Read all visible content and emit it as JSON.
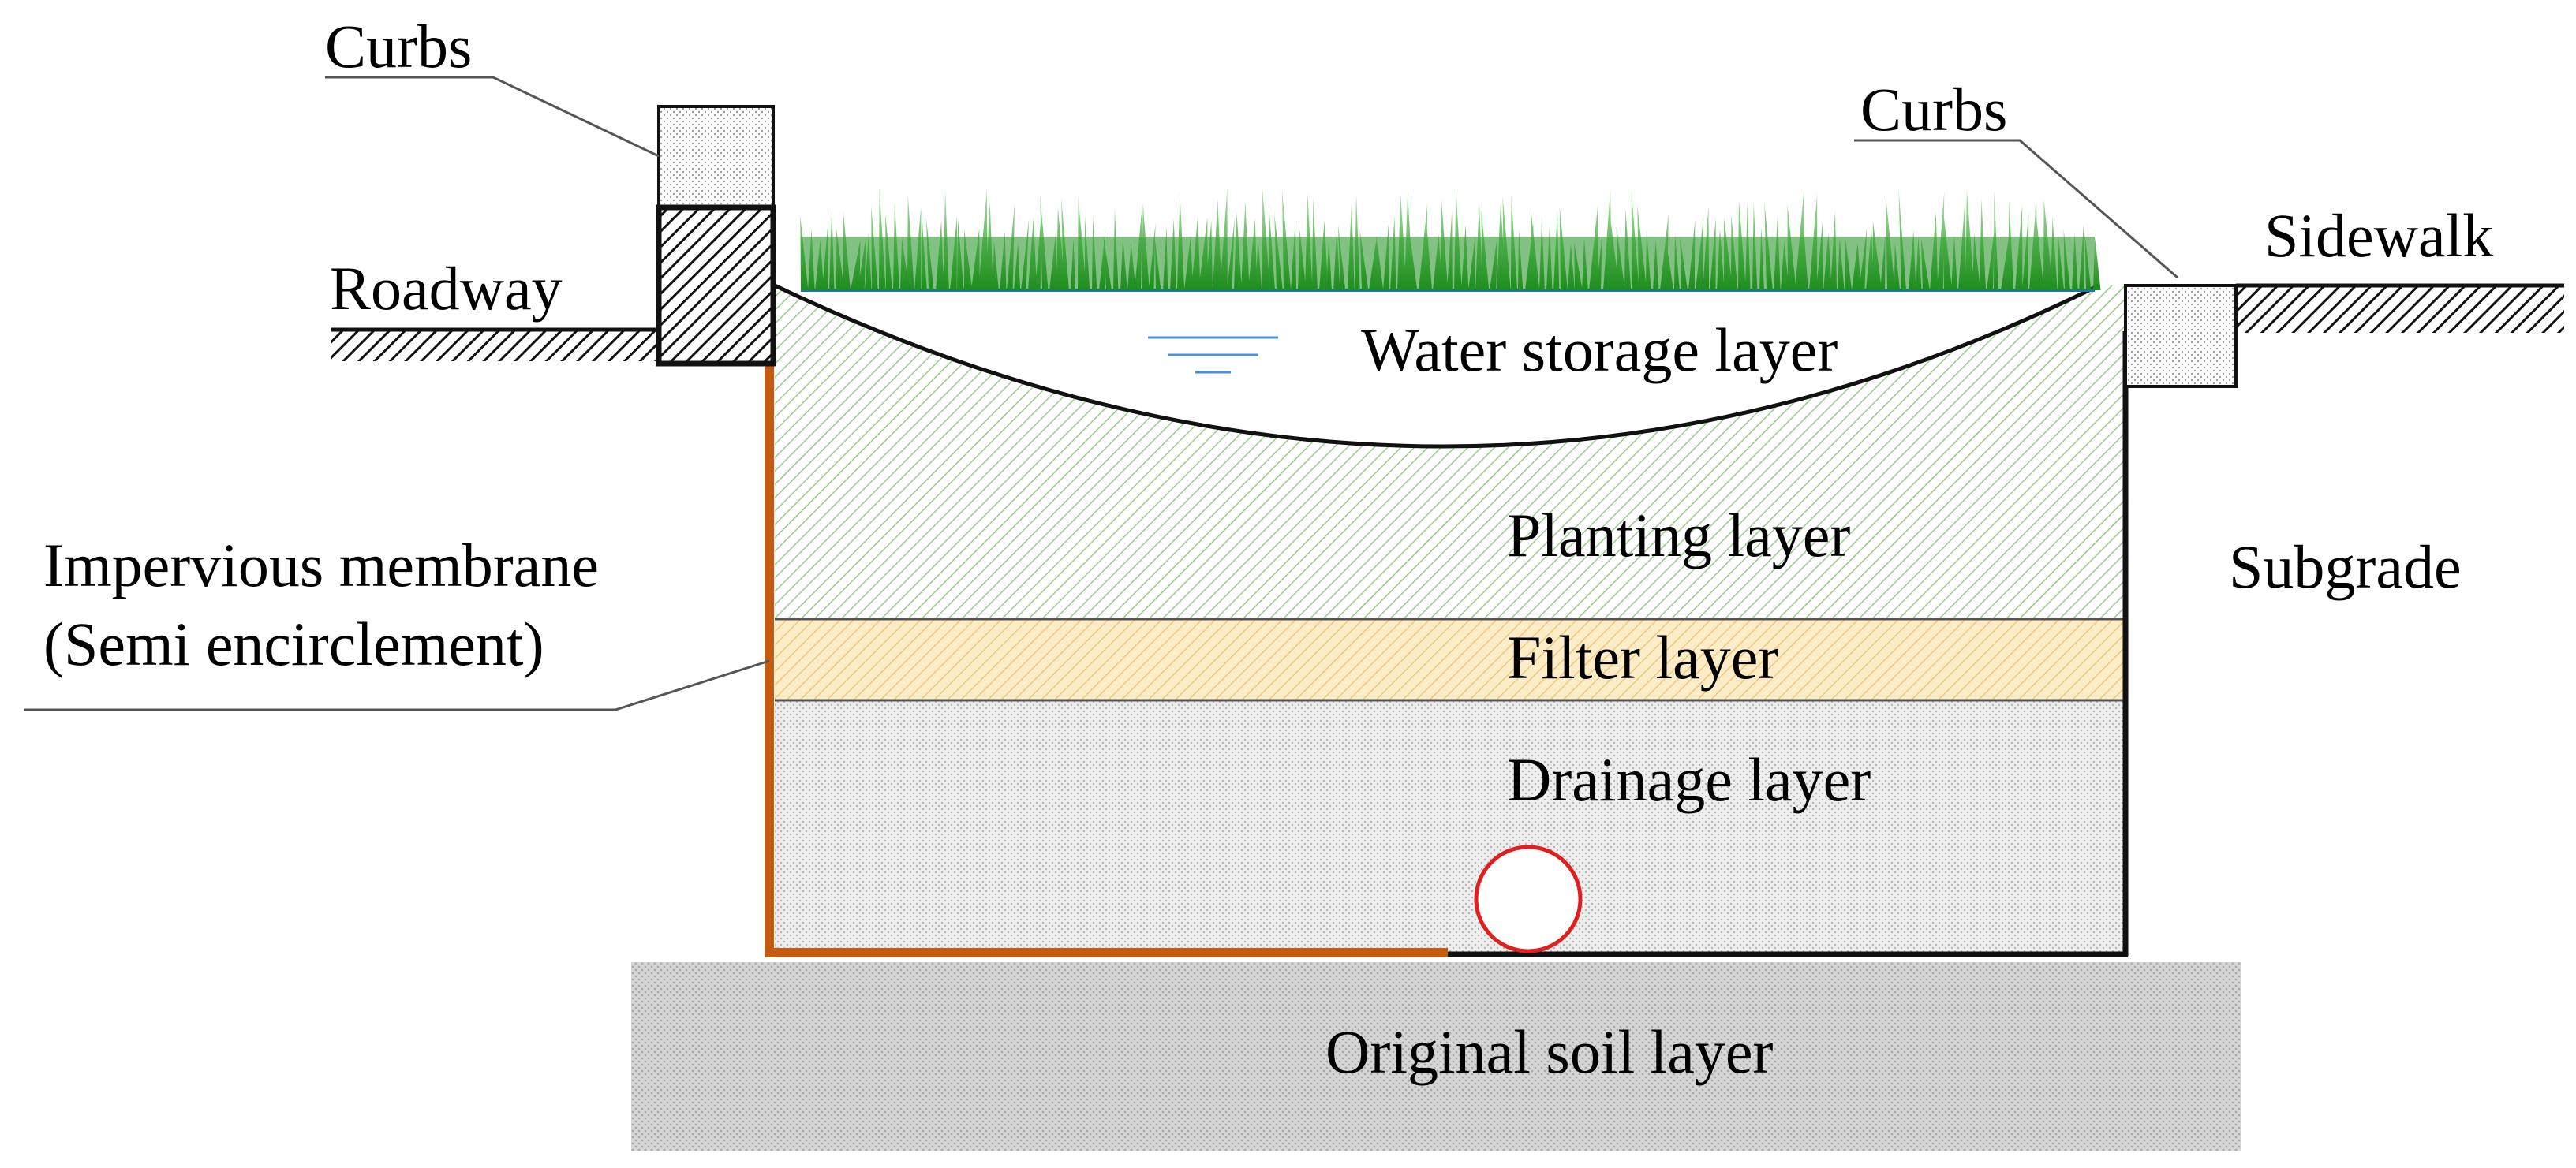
{
  "labels": {
    "curbs_left": "Curbs",
    "curbs_right": "Curbs",
    "roadway": "Roadway",
    "sidewalk": "Sidewalk",
    "water_storage": "Water storage layer",
    "planting": "Planting layer",
    "filter": "Filter layer",
    "drainage": "Drainage layer",
    "subgrade": "Subgrade",
    "membrane_line1": "Impervious membrane",
    "membrane_line2": "(Semi encirclement)",
    "original_soil": "Original soil layer"
  },
  "colors": {
    "planting_hatch": "#9cc98e",
    "filter_fill": "#fcecc8",
    "filter_hatch": "#f0c880",
    "drainage_fill": "#eeeeee",
    "soil_fill": "#d6d6d6",
    "membrane": "#c55a11",
    "pipe": "#e02020",
    "water_line": "#1f6fc4",
    "grass_dark": "#1e8c1e",
    "grass_light": "#52c24a"
  }
}
